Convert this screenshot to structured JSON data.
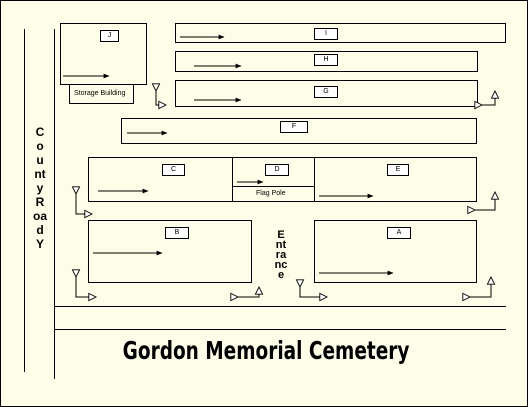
{
  "map": {
    "title": "Gordon Memorial Cemetery",
    "road_label": "County Road Y",
    "entrance_label": "Entrance",
    "storage_label": "Storage Building",
    "flag_pole_label": "Flag Pole",
    "sections": {
      "A": "A",
      "B": "B",
      "C": "C",
      "D": "D",
      "E": "E",
      "F": "F",
      "G": "G",
      "H": "H",
      "I": "I",
      "J": "J"
    }
  }
}
